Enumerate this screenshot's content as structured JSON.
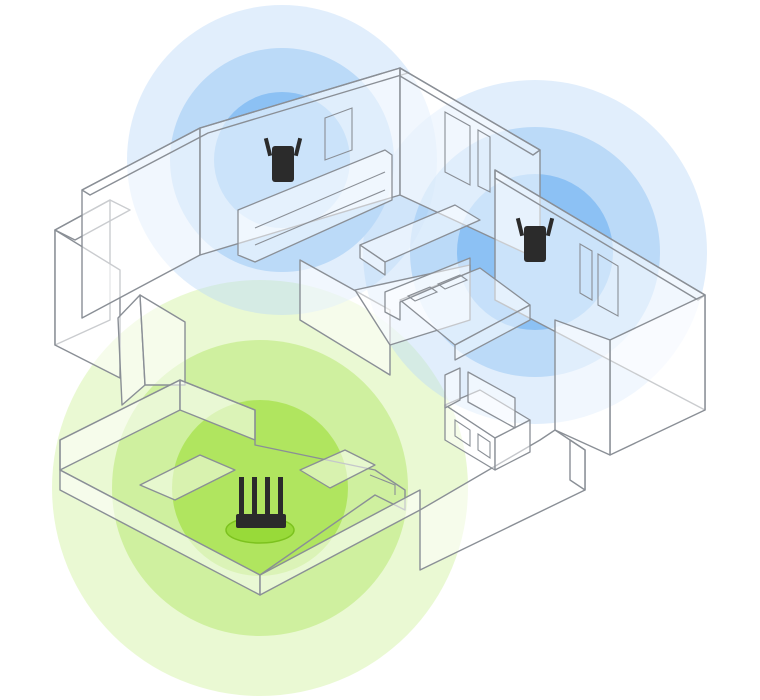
{
  "devices": [
    {
      "kind": "wifi-router",
      "icon": "router-icon"
    },
    {
      "kind": "range-extender",
      "icon": "extender-icon"
    },
    {
      "kind": "range-extender",
      "icon": "extender-icon"
    }
  ],
  "colors": {
    "router_coverage": "#a6e24a",
    "extender_coverage": "#4d9cf0",
    "walls": "#8a8f96",
    "device": "#2b2b2b"
  }
}
